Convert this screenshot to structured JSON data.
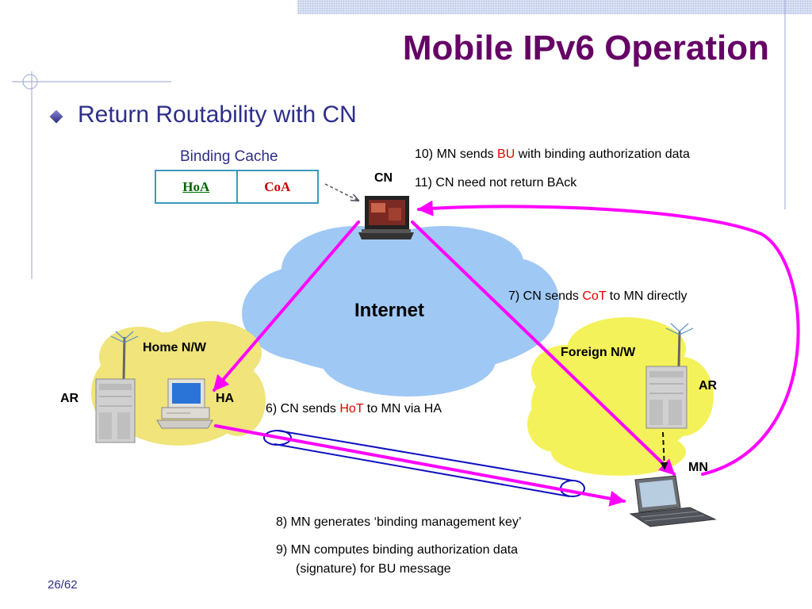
{
  "title": "Mobile IPv6 Operation",
  "subtitle": "Return Routability with CN",
  "binding_cache": {
    "title": "Binding Cache",
    "hoa": "HoA",
    "coa": "CoA"
  },
  "nodes": {
    "cn": "CN",
    "internet": "Internet",
    "home_nw": "Home N/W",
    "foreign_nw": "Foreign N/W",
    "ar_home": "AR",
    "ha": "HA",
    "ar_foreign": "AR",
    "mn": "MN"
  },
  "steps": {
    "s10": {
      "pre": "10) MN sends ",
      "hl": "BU",
      "post": " with binding authorization data"
    },
    "s11": "11) CN need not return BAck",
    "s7": {
      "pre": "7) CN sends ",
      "hl": "CoT",
      "post": " to MN directly"
    },
    "s6": {
      "pre": "6) CN sends ",
      "hl": "HoT",
      "post": " to MN via HA"
    },
    "s8": "8) MN generates ‘binding management key’",
    "s9a": "9) MN computes binding authorization data",
    "s9b": "(signature) for BU message"
  },
  "slide_number": "26/62",
  "colors": {
    "title": "#660066",
    "arrows": "#ff00ff",
    "tunnel": "#0000cc",
    "highlight": "#e60000",
    "cloud_internet": "#9fc8f4",
    "cloud_networks": "#f0e47a"
  }
}
